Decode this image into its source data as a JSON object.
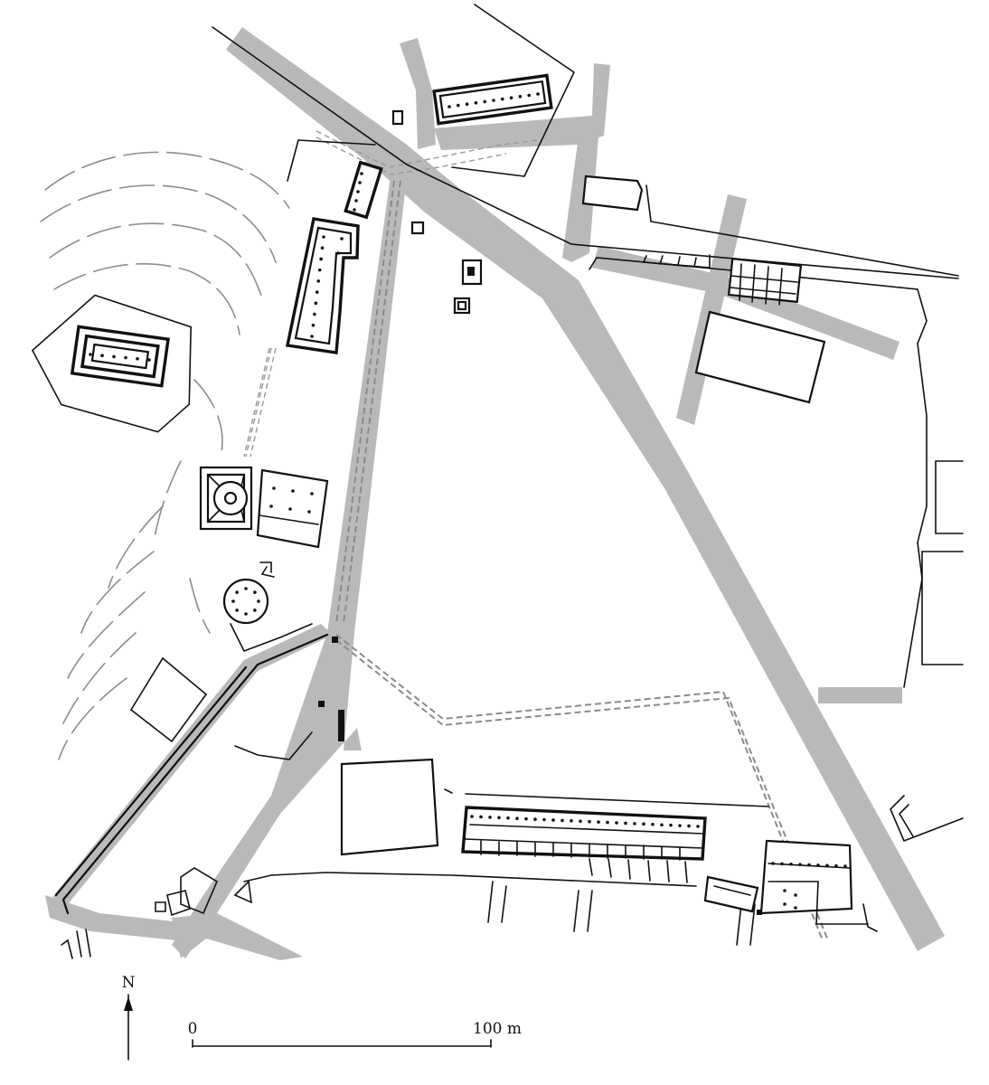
{
  "map": {
    "north_label": "N",
    "scale": {
      "start_label": "0",
      "end_label": "100 m"
    }
  },
  "colors": {
    "road": "#b9b9b9",
    "ink": "#111111",
    "dashed": "#8a8a8a",
    "contour": "#8d8d8d"
  }
}
